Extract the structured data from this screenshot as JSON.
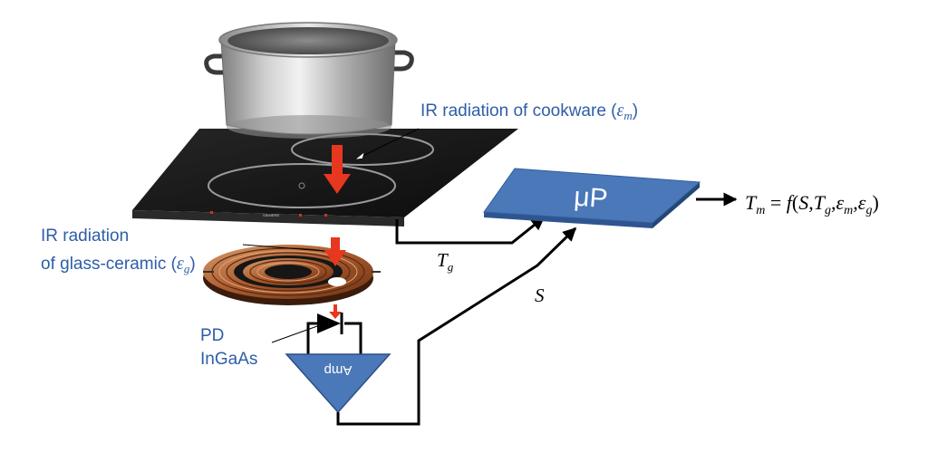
{
  "labels": {
    "ir_cookware": {
      "text": "IR radiation of cookware (",
      "symbol": "ε",
      "sub": "m",
      "close": ")"
    },
    "ir_glass_line1": "IR radiation",
    "ir_glass_line2": {
      "text": "of glass-ceramic (",
      "symbol": "ε",
      "sub": "g",
      "close": ")"
    },
    "pd_line1": "PD",
    "pd_line2": "InGaAs",
    "amp": "Amp",
    "processor": "μP",
    "tg": {
      "main": "T",
      "sub": "g"
    },
    "s": "S",
    "formula": {
      "lhs": "T",
      "lhs_sub": "m",
      "eq": " = ",
      "f": "f",
      "open": "(",
      "a1": "S",
      "c1": ",",
      "a2": "T",
      "a2_sub": "g",
      "c2": ",",
      "a3": "ε",
      "a3_sub": "m",
      "c3": ",",
      "a4": "ε",
      "a4_sub": "g",
      "close": ")"
    }
  },
  "hob_brand": "SIEMENS",
  "colors": {
    "label_blue": "#2e5ea8",
    "processor_fill": "#4a78b8",
    "arrow_red": "#e8371f",
    "hob_black": "#151515",
    "coil_copper": "#b8673a"
  }
}
